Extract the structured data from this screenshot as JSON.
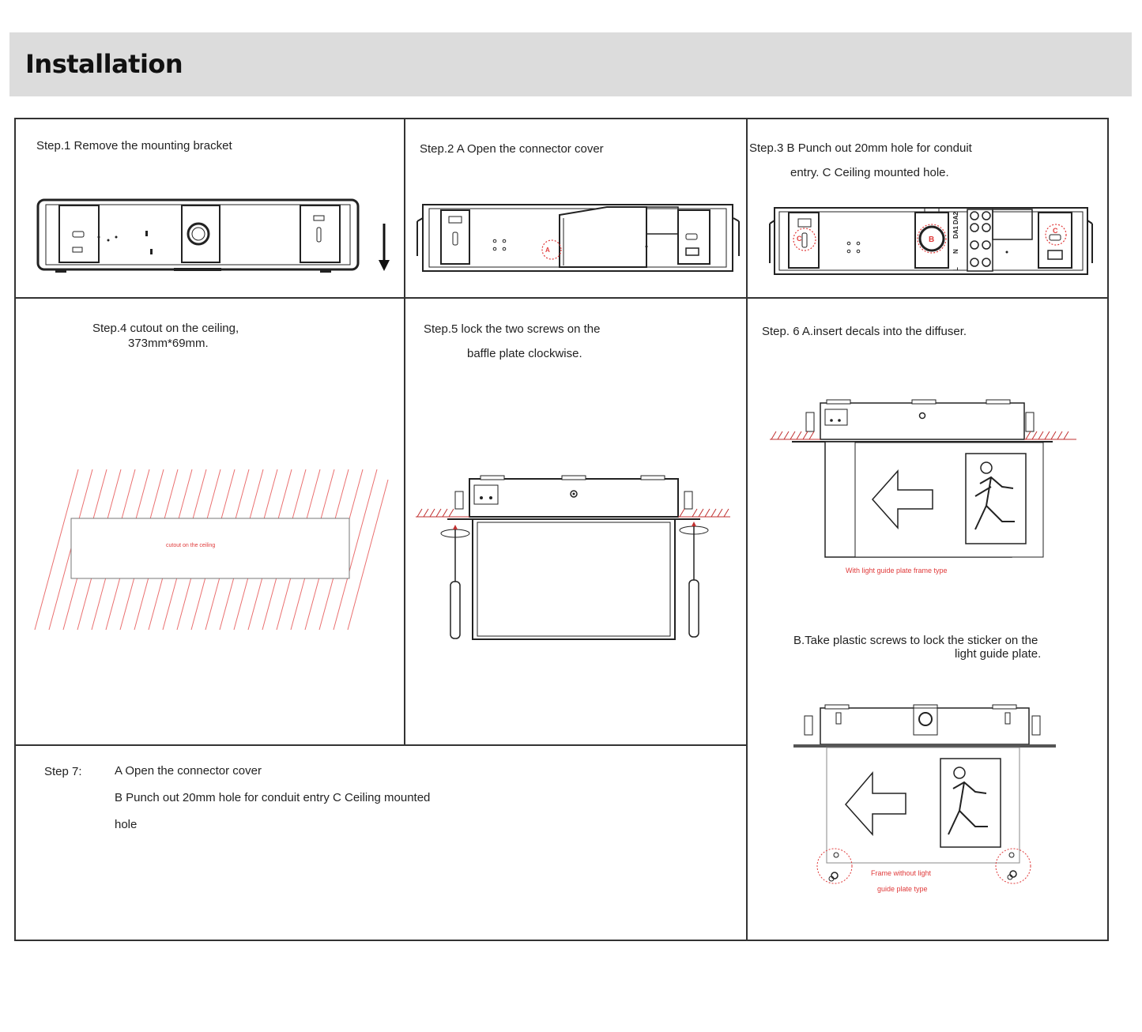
{
  "header": {
    "title": "Installation"
  },
  "steps": {
    "step1": {
      "label": "Step.1  Remove the mounting bracket"
    },
    "step2": {
      "label": "Step.2  A Open the connector cover",
      "marker": "A"
    },
    "step3": {
      "line1": "Step.3  B Punch out 20mm hole for conduit",
      "line2": "entry. C Ceiling mounted hole.",
      "marker_b": "B",
      "marker_c": "C",
      "terminals": [
        "DA2",
        "DA1",
        "N",
        "L"
      ]
    },
    "step4": {
      "line1": "Step.4  cutout on the ceiling,",
      "line2": "373mm*69mm.",
      "cutout_label": "cutout on the ceiling"
    },
    "step5": {
      "line1": "Step.5  lock the two screws on the",
      "line2": "baffle plate clockwise."
    },
    "step6": {
      "label_a": "Step. 6  A.insert decals into the diffuser.",
      "caption_a": "With light guide plate frame type",
      "label_b_line1": "B.Take plastic screws to lock the sticker on the",
      "label_b_line2": "light guide plate.",
      "caption_b_line1": "Frame without light",
      "caption_b_line2": "guide plate type"
    },
    "step7": {
      "title": "Step 7:",
      "line1": "A   Open the connector cover",
      "line2": "B   Punch out 20mm hole for conduit entry C    Ceiling mounted",
      "line3": "hole"
    }
  },
  "colors": {
    "accent_red": "#e03a3a",
    "line": "#333333",
    "header_bg": "#dcdcdc"
  }
}
